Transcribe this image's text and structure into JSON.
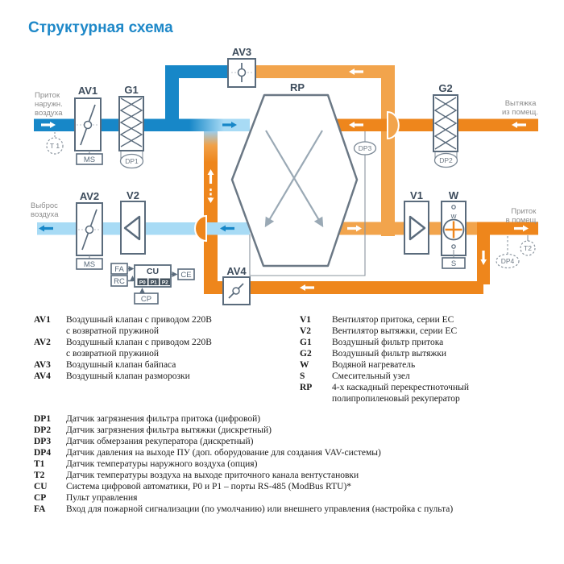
{
  "title": "Структурная схема",
  "colors": {
    "title_blue": "#1E88C8",
    "pipe_blue": "#1787C8",
    "pipe_light_blue": "#A8DBF5",
    "pipe_orange": "#EE861C",
    "pipe_light_orange": "#F2A44C",
    "component_border": "#5A6B7C"
  },
  "flow_labels": {
    "inlet": [
      "Приток",
      "наружн.",
      "воздуха"
    ],
    "exhaust_in": [
      "Вытяжка",
      "из помещ."
    ],
    "discharge": [
      "Выброс",
      "воздуха"
    ],
    "supply_out": [
      "Приток",
      "в помещ."
    ]
  },
  "components": {
    "av1": "AV1",
    "av2": "AV2",
    "av3": "AV3",
    "av4": "AV4",
    "g1": "G1",
    "g2": "G2",
    "rp": "RP",
    "v1": "V1",
    "v2": "V2",
    "w": "W",
    "w_inner": "w",
    "ms1": "MS",
    "ms2": "MS",
    "s": "S"
  },
  "sensors": {
    "t1": "Т 1",
    "t2": "Т2",
    "dp1": "DP1",
    "dp2": "DP2",
    "dp3": "DP3",
    "dp4": "DP4"
  },
  "control": {
    "fa": "FA",
    "rc": "RC",
    "cu": "CU",
    "ce": "CE",
    "cp": "CP",
    "p0": "P0",
    "p1": "P1",
    "p2": "P2"
  },
  "legend_left": [
    {
      "label": "AV1",
      "desc": "Воздушный клапан с приводом 220В\nс возвратной пружиной"
    },
    {
      "label": "AV2",
      "desc": "Воздушный клапан с приводом 220В\nс возвратной пружиной"
    },
    {
      "label": "AV3",
      "desc": "Воздушный клапан байпаса"
    },
    {
      "label": "AV4",
      "desc": "Воздушный клапан разморозки"
    }
  ],
  "legend_right": [
    {
      "label": "V1",
      "desc": "Вентилятор притока, серии ЕС"
    },
    {
      "label": "V2",
      "desc": "Вентилятор вытяжки, серии ЕС"
    },
    {
      "label": "G1",
      "desc": "Воздушный фильтр притока"
    },
    {
      "label": "G2",
      "desc": "Воздушный фильтр вытяжки"
    },
    {
      "label": "W",
      "desc": "Водяной нагреватель"
    },
    {
      "label": "S",
      "desc": "Смесительный узел"
    },
    {
      "label": "RP",
      "desc": "4-х каскадный перекрестноточный\nполипропиленовый рекуператор"
    }
  ],
  "legend_bottom": [
    {
      "label": "DP1",
      "desc": "Датчик загрязнения фильтра притока (цифровой)"
    },
    {
      "label": "DP2",
      "desc": "Датчик загрязнения фильтра вытяжки (дискретный)"
    },
    {
      "label": "DP3",
      "desc": "Датчик обмерзания рекуператора (дискретный)"
    },
    {
      "label": "DP4",
      "desc": "Датчик давления на выходе ПУ (доп. оборудование для создания VAV-системы)"
    },
    {
      "label": "T1",
      "desc": "Датчик температуры наружного воздуха (опция)"
    },
    {
      "label": "T2",
      "desc": "Датчик температуры воздуха на выходе приточного канала вентустановки"
    },
    {
      "label": "CU",
      "desc": "Система цифровой автоматики, P0 и P1 – порты RS-485 (ModBus RTU)*"
    },
    {
      "label": "CP",
      "desc": "Пульт управления"
    },
    {
      "label": "FA",
      "desc": "Вход для пожарной сигнализации (по умолчанию) или внешнего управления (настройка с пульта)"
    }
  ]
}
